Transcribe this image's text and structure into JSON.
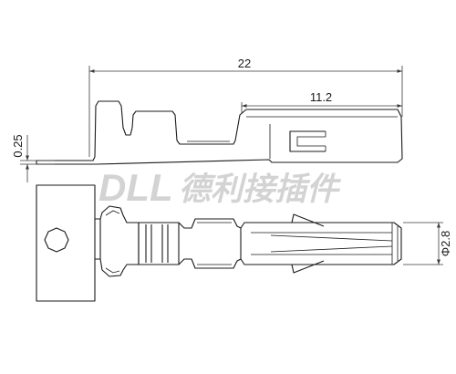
{
  "drawing": {
    "dimensions": {
      "overall_length": "22",
      "barrel_length": "11.2",
      "thickness": "0.25",
      "diameter": "Φ2.8"
    }
  },
  "watermark": {
    "brand": "DLL",
    "company": "德利接插件"
  }
}
